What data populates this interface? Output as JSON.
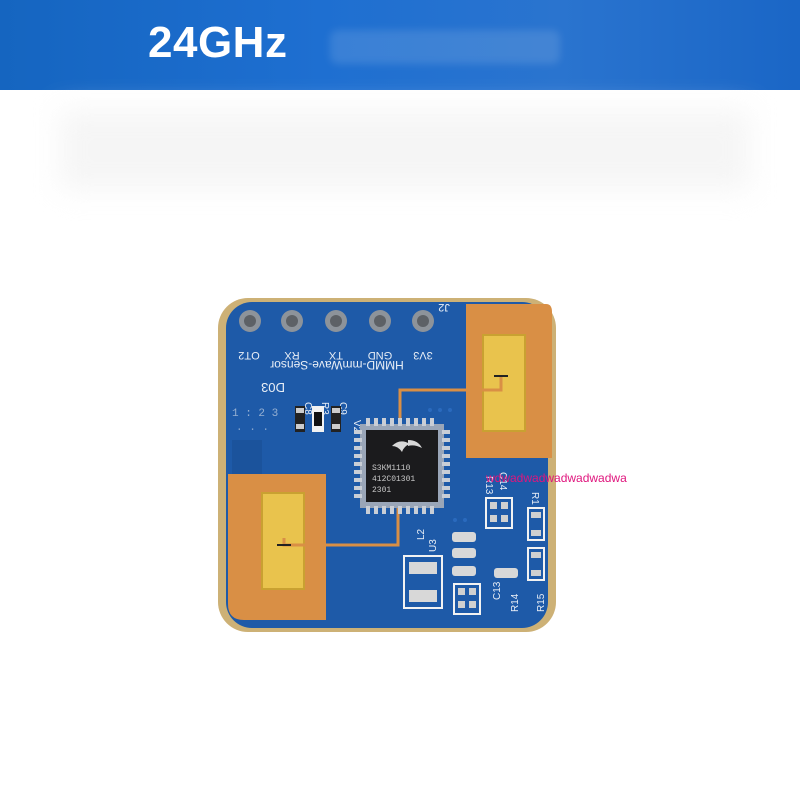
{
  "banner": {
    "title": "24GHz",
    "color": "#1a6bd0"
  },
  "board": {
    "name": "HMMD-mmWave-Sensor",
    "connector_label": "J2",
    "pins": [
      "OT2",
      "RX",
      "TX",
      "GND",
      "3V3"
    ],
    "component_labels": {
      "d03": "D03",
      "c8": "C8",
      "r3": "R3",
      "c9": "C9",
      "v2": "V2",
      "l2": "L2",
      "u3": "U3",
      "r13": "R13",
      "c14": "C14",
      "r1": "R1",
      "c13": "C13",
      "r14": "R14",
      "r15": "R15"
    },
    "chip_lines": [
      "S3KM1110",
      "412C01301",
      "2301"
    ],
    "colors": {
      "pcb": "#1e5aa8",
      "copper": "#d98f45",
      "gold": "#e8c24a",
      "chip": "#1a1a1a"
    }
  },
  "watermark": "wdwadwadwadwadwadwa"
}
